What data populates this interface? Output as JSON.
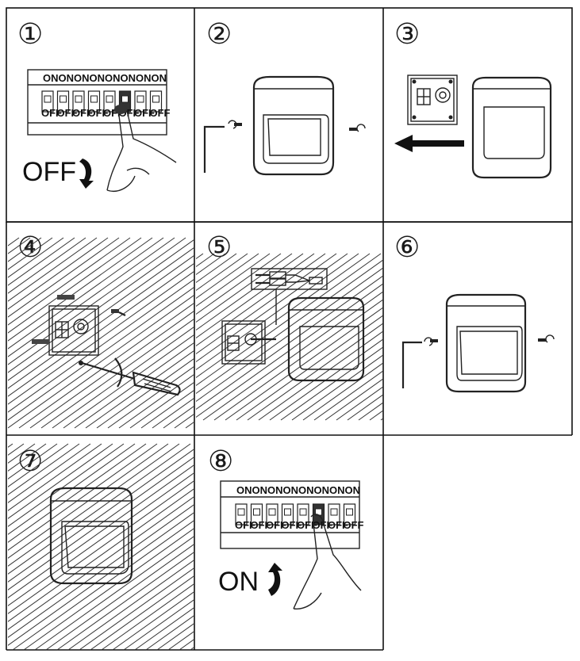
{
  "steps": [
    {
      "num": "①",
      "label": "OFF"
    },
    {
      "num": "②"
    },
    {
      "num": "③"
    },
    {
      "num": "④"
    },
    {
      "num": "⑤"
    },
    {
      "num": "⑥"
    },
    {
      "num": "⑦"
    },
    {
      "num": "⑧",
      "label": "ON"
    }
  ],
  "breaker": {
    "on_label": "ON",
    "off_label": "OFF"
  }
}
